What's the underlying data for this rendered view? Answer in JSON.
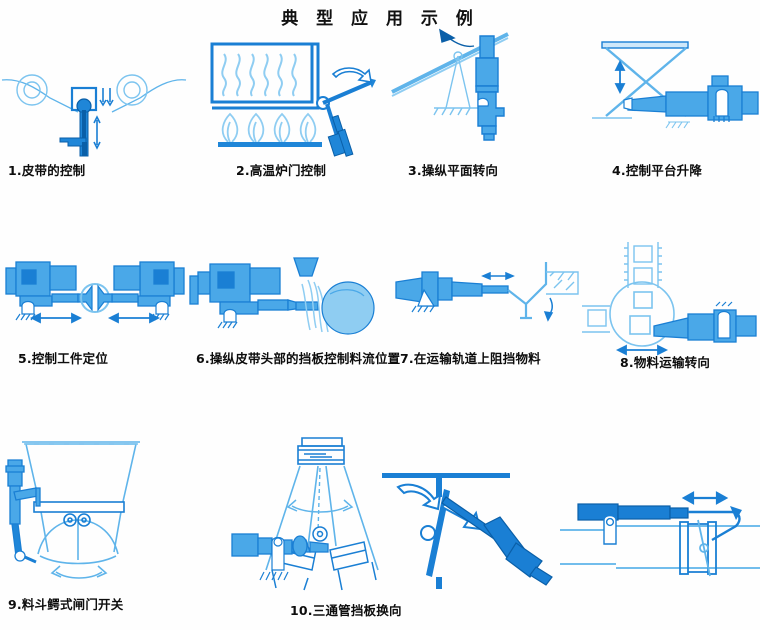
{
  "page": {
    "title": "典 型 应 用 示 例",
    "title_plain": "典型应用示例",
    "background_color": "#ffffff",
    "line_color": "#1a7fd4",
    "fill_color": "#4aa8e8",
    "light_color": "#8fcdf2",
    "dark_color": "#0a5fa8",
    "text_color": "#111111"
  },
  "examples": [
    {
      "number": "1.",
      "caption": "1.皮带的控制",
      "caption_text": "皮带的控制",
      "icon": "belt-control-diagram",
      "row": 1,
      "column": 1
    },
    {
      "number": "2.",
      "caption": "2.高温炉门控制",
      "caption_text": "高温炉门控制",
      "icon": "furnace-door-control-diagram",
      "row": 1,
      "column": 2
    },
    {
      "number": "3.",
      "caption": "3.操纵平面转向",
      "caption_text": "操纵平面转向",
      "icon": "plane-steering-diagram",
      "row": 1,
      "column": 3
    },
    {
      "number": "4.",
      "caption": "4.控制平台升降",
      "caption_text": "控制平台升降",
      "icon": "lift-platform-diagram",
      "row": 1,
      "column": 4
    },
    {
      "number": "5.",
      "caption": "5.控制工件定位",
      "caption_text": "控制工件定位",
      "icon": "workpiece-positioning-diagram",
      "row": 2,
      "column": 1
    },
    {
      "number": "6.",
      "caption": "6.操纵皮带头部的挡板控制料流位置",
      "caption_text": "操纵皮带头部的挡板控制料流位置",
      "icon": "belt-head-baffle-diagram",
      "row": 2,
      "column": 2
    },
    {
      "number": "7.",
      "caption": "7.在运输轨道上阻挡物料",
      "caption_text": "在运输轨道上阻挡物料",
      "icon": "track-material-stop-diagram",
      "row": 2,
      "column": 3
    },
    {
      "number": "8.",
      "caption": "8.物料运输转向",
      "caption_text": "物料运输转向",
      "icon": "material-transport-turn-diagram",
      "row": 2,
      "column": 4
    },
    {
      "number": "9.",
      "caption": "9.料斗鳄式闸门开关",
      "caption_text": "料斗鳄式闸门开关",
      "icon": "hopper-clamshell-gate-diagram",
      "row": 3,
      "column": 1
    },
    {
      "number": "10.",
      "caption": "10.三通管挡板换向",
      "caption_text": "三通管挡板换向",
      "icon": "three-way-pipe-baffle-diagram",
      "row": 3,
      "column": 2
    },
    {
      "number": "",
      "caption": "",
      "caption_text": "",
      "icon": "swing-flap-actuator-diagram",
      "row": 3,
      "column": 3
    },
    {
      "number": "",
      "caption": "",
      "caption_text": "",
      "icon": "butterfly-valve-actuator-diagram",
      "row": 3,
      "column": 4
    }
  ]
}
